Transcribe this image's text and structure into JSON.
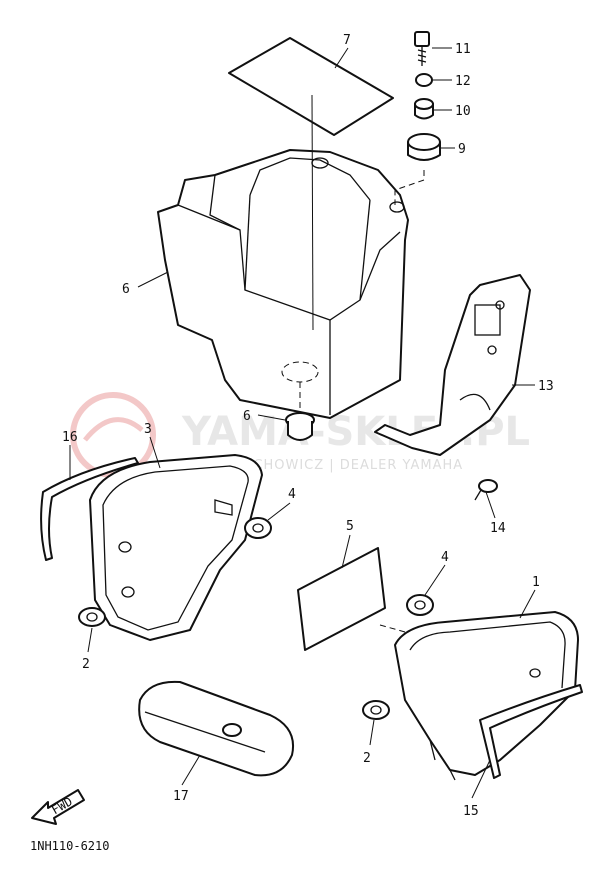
{
  "diagram": {
    "code": "1NH110-6210",
    "fwd_label": "FWD",
    "callouts": {
      "p1": "1",
      "p2a": "2",
      "p2b": "2",
      "p3": "3",
      "p4a": "4",
      "p4b": "4",
      "p5": "5",
      "p6a": "6",
      "p6b": "6",
      "p7": "7",
      "p9": "9",
      "p10": "10",
      "p11": "11",
      "p12": "12",
      "p13": "13",
      "p14": "14",
      "p15": "15",
      "p16": "16",
      "p17": "17"
    }
  },
  "watermark": {
    "brand": "YAMA-SKLEP.PL",
    "tagline": "WŁOCHOWICZ | DEALER YAMAHA"
  },
  "colors": {
    "line": "#111111",
    "watermark": "#e7e7e7",
    "logo": "#f3c8c8"
  }
}
